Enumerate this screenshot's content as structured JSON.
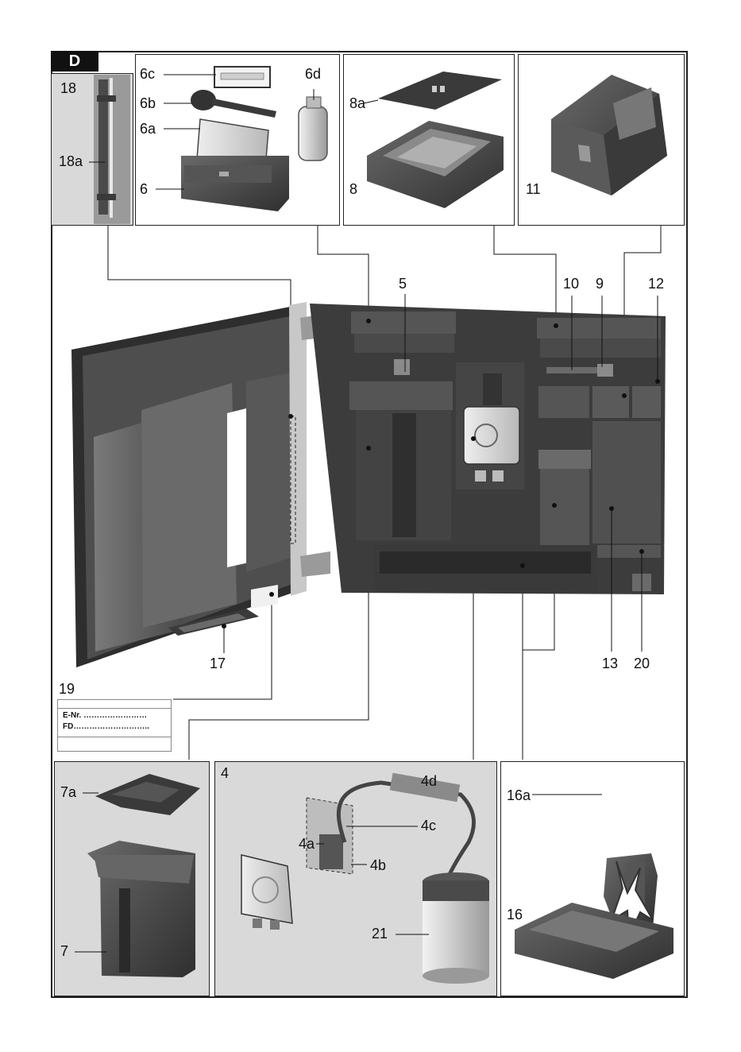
{
  "section_tag": "D",
  "labels": {
    "l18": "18",
    "l18a": "18a",
    "l6c": "6c",
    "l6d": "6d",
    "l6b": "6b",
    "l6a": "6a",
    "l6": "6",
    "l8a": "8a",
    "l8": "8",
    "l11": "11",
    "l5": "5",
    "l10": "10",
    "l9": "9",
    "l12": "12",
    "l17": "17",
    "l13": "13",
    "l20": "20",
    "l19": "19",
    "l7a": "7a",
    "l7": "7",
    "l4": "4",
    "l4d": "4d",
    "l4c": "4c",
    "l4a": "4a",
    "l4b": "4b",
    "l21": "21",
    "l16a": "16a",
    "l16": "16"
  },
  "rating_plate": {
    "enr": "E-Nr. ……………………",
    "fd": "FD……………………….."
  },
  "icons": [
    "bosch-logo-icon",
    "bean-container-icon",
    "milk-icon",
    "water-drop-icon"
  ]
}
